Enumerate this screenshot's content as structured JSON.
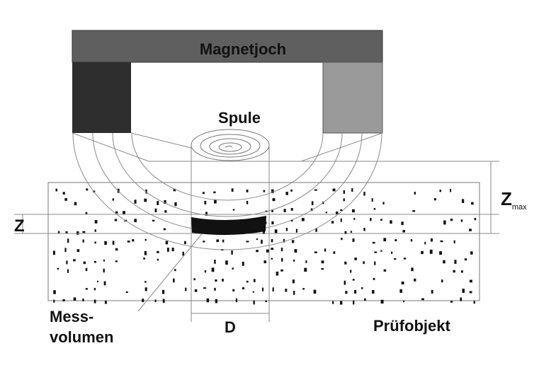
{
  "labels": {
    "yoke": "Magnetjoch",
    "coil": "Spule",
    "zmax_main": "Z",
    "zmax_sub": "max",
    "z": "Z",
    "measure_volume_line1": "Mess-",
    "measure_volume_line2": "volumen",
    "diameter": "D",
    "test_object": "Prüfobjekt"
  },
  "colors": {
    "yoke_bar": "#5f5f5f",
    "left_pole": "#2e2e2e",
    "right_pole": "#9a9a9a",
    "measure_volume": "#111111",
    "lines": "#8a8a8a"
  }
}
